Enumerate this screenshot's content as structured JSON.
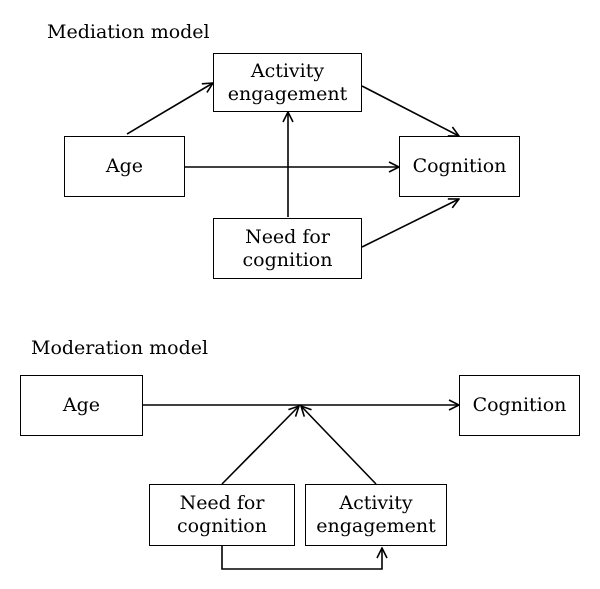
{
  "mediation": {
    "title": "Mediation model",
    "age": "Age",
    "activity_line1": "Activity",
    "activity_line2": "engagement",
    "cognition": "Cognition",
    "nfc_line1": "Need for",
    "nfc_line2": "cognition"
  },
  "moderation": {
    "title": "Moderation model",
    "age": "Age",
    "cognition": "Cognition",
    "nfc_line1": "Need for",
    "nfc_line2": "cognition",
    "activity_line1": "Activity",
    "activity_line2": "engagement"
  }
}
